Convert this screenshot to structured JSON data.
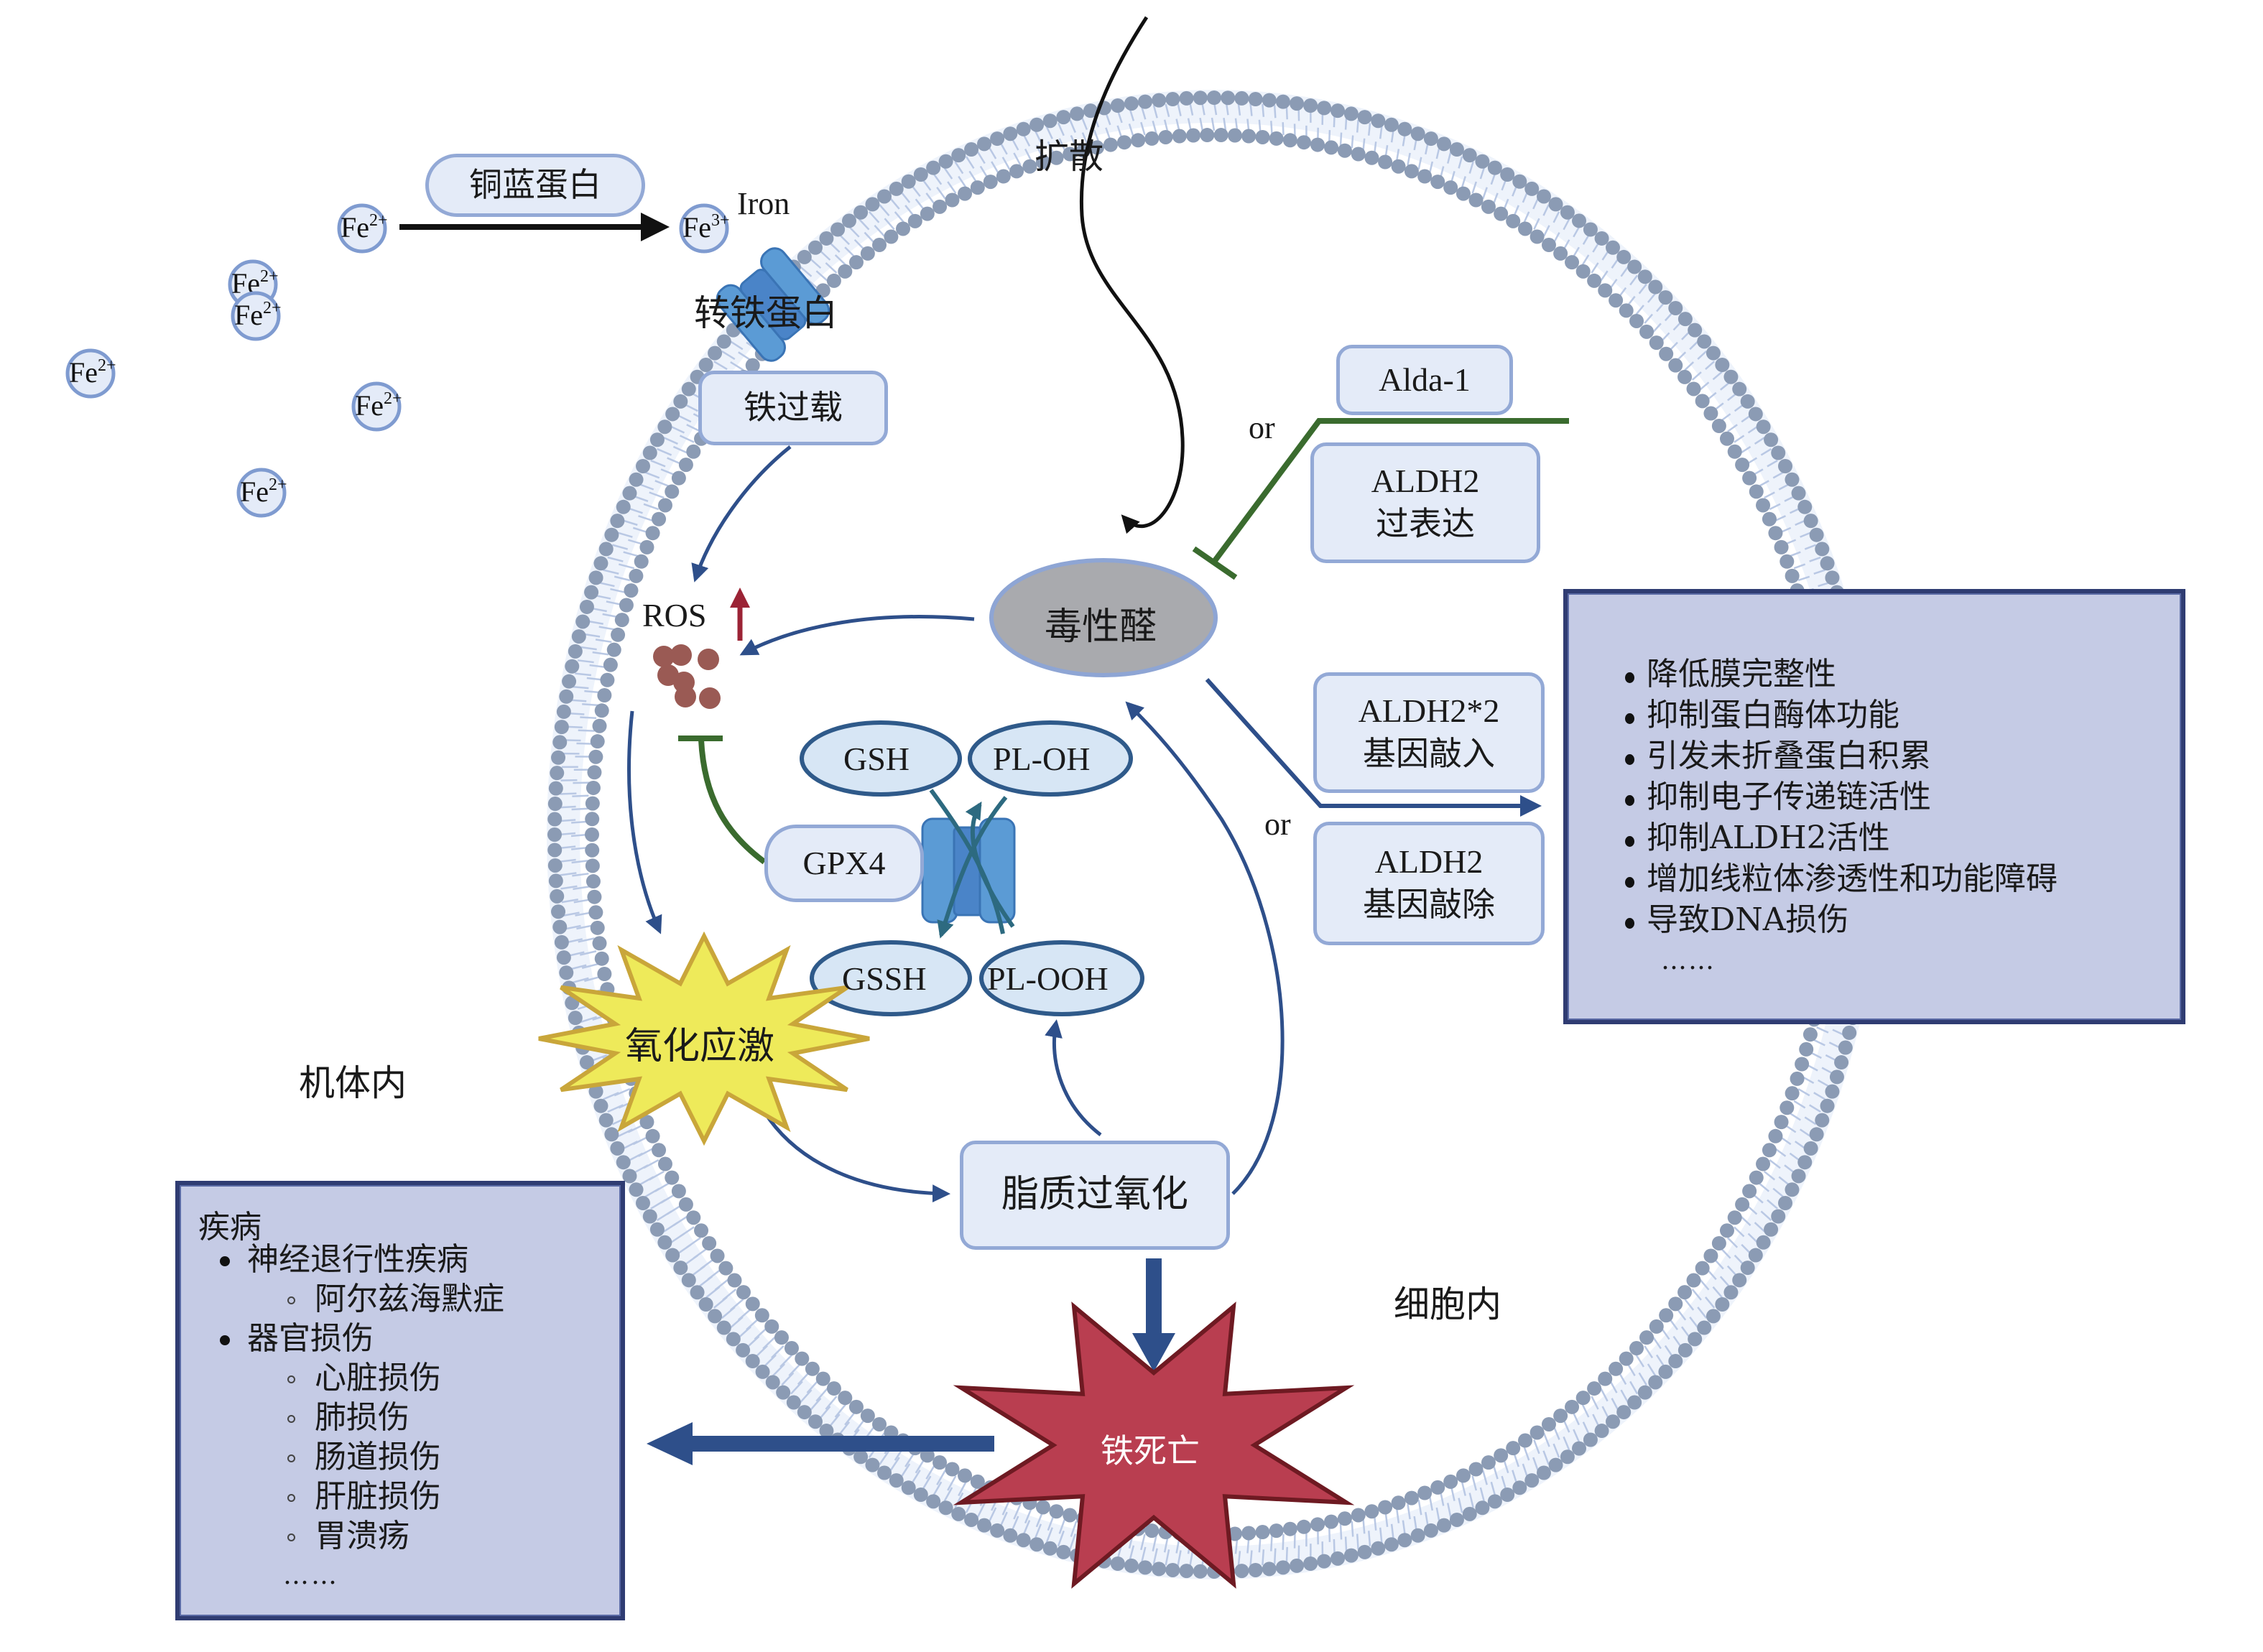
{
  "title": "ALDH2 and toxic aldehydes in ferroptosis",
  "regions": {
    "extracellular_label": "机体内",
    "intracellular_label": "细胞内"
  },
  "iron": {
    "ceruloplasmin_label": "铜蓝蛋白",
    "ferrous_ion": "Fe",
    "ferrous_charge": "2+",
    "ferric_ion": "Fe",
    "ferric_charge": "3+",
    "iron_label": "Iron",
    "transferrin_label": "转铁蛋白",
    "iron_overload_label": "铁过载"
  },
  "diffusion_label": "扩散",
  "ros": {
    "label": "ROS",
    "trend": "up"
  },
  "toxic_aldehyde_label": "毒性醛",
  "gpx4_cycle": {
    "gsh": "GSH",
    "pl_oh": "PL-OH",
    "gpx4": "GPX4",
    "gssh": "GSSH",
    "pl_ooh": "PL-OOH"
  },
  "oxidative_stress_label": "氧化应激",
  "lipid_peroxidation_label": "脂质过氧化",
  "ferroptosis_label": "铁死亡",
  "inhibitors": {
    "or_label": "or",
    "alda1": "Alda-1",
    "aldh2_over_line1": "ALDH2",
    "aldh2_over_line2": "过表达"
  },
  "enhancers": {
    "or_label": "or",
    "aldh2_2_line1": "ALDH2*2",
    "aldh2_2_line2": "基因敲入",
    "aldh2_ko_line1": "ALDH2",
    "aldh2_ko_line2": "基因敲除"
  },
  "effects": [
    "降低膜完整性",
    "抑制蛋白酶体功能",
    "引发未折叠蛋白积累",
    "抑制电子传递链活性",
    "抑制ALDH2活性",
    "增加线粒体渗透性和功能障碍",
    "导致DNA损伤"
  ],
  "effects_more": "……",
  "diseases": {
    "title": "疾病",
    "groups": [
      {
        "name": "神经退行性疾病",
        "items": [
          "阿尔兹海默症"
        ]
      },
      {
        "name": "器官损伤",
        "items": [
          "心脏损伤",
          "肺损伤",
          "肠道损伤",
          "肝脏损伤",
          "胃溃疡"
        ]
      }
    ],
    "more": "……"
  },
  "colors": {
    "membrane_head": "#8b9bb4",
    "membrane_tail": "#b9c8e4",
    "box_fill": "#e4ebf8",
    "box_border": "#93a9d6",
    "panel_fill": "#c5cbe5",
    "panel_border": "#2f3c72",
    "arrow_blue": "#2e4f8a",
    "inhibit_green": "#3a6b2e",
    "ros_red": "#9b2335",
    "ros_dot": "#9a5a54",
    "aldehyde_gray": "#a9aaae",
    "stress_yellow": "#eeea5a",
    "ferroptosis_red": "#b93e50"
  }
}
